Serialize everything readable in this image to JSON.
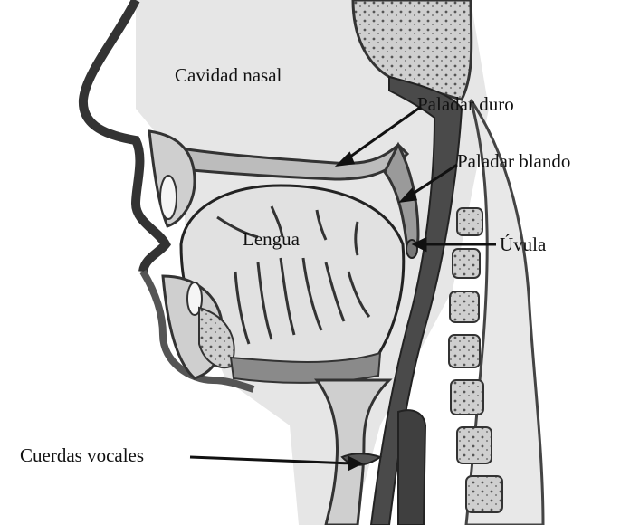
{
  "labels": {
    "cavidad_nasal": "Cavidad nasal",
    "paladar_duro": "Paladar duro",
    "paladar_blando": "Paladar blando",
    "uvula": "Úvula",
    "lengua": "Lengua",
    "cuerdas_vocales": "Cuerdas vocales"
  },
  "colors": {
    "background": "#ffffff",
    "cavity": "#e8e8e8",
    "tissue": "#bdbdbd",
    "dark_tissue": "#4a4a4a",
    "bone": "#d2d2d2",
    "ink": "#111111"
  }
}
